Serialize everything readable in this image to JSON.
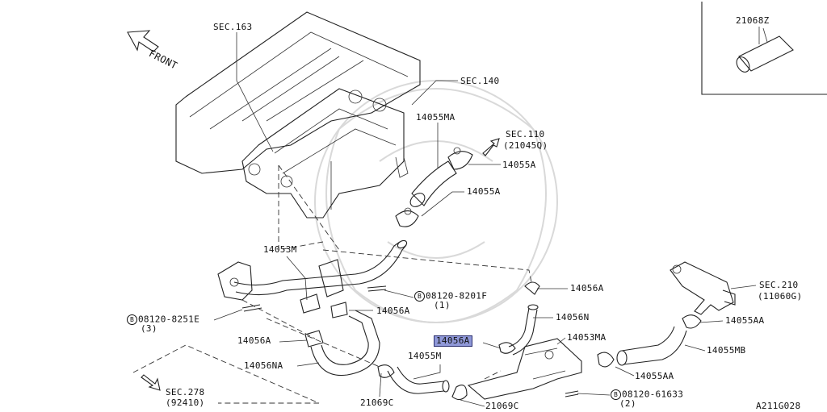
{
  "diagram": {
    "corner_code": "A211G028",
    "front_label": "FRONT",
    "inset_part": "21068Z",
    "labels": {
      "sec163": "SEC.163",
      "sec140": "SEC.140",
      "p14055MA": "14055MA",
      "sec110": "SEC.110",
      "sec110_ref": "(21045Q)",
      "p14055A_1": "14055A",
      "p14055A_2": "14055A",
      "p14053M": "14053M",
      "p14056A_top": "14056A",
      "bolt1_num": "08120-8201F",
      "bolt1_qty": "(1)",
      "p14056A_mid": "14056A",
      "bolt2_num": "08120-8251E",
      "bolt2_qty": "(3)",
      "p14056A_left": "14056A",
      "p14056N": "14056N",
      "p14056A_highlight": "14056A",
      "p14053MA": "14053MA",
      "p14055M": "14055M",
      "p14056NA": "14056NA",
      "sec278": "SEC.278",
      "sec278_ref": "(92410)",
      "p21069C_1": "21069C",
      "p21069C_2": "21069C",
      "bolt3_num": "08120-61633",
      "bolt3_qty": "(2)",
      "sec210": "SEC.210",
      "sec210_ref": "(11060G)",
      "p14055AA_1": "14055AA",
      "p14055AA_2": "14055AA",
      "p14055MB": "14055MB",
      "bolt_marker": "B"
    }
  }
}
